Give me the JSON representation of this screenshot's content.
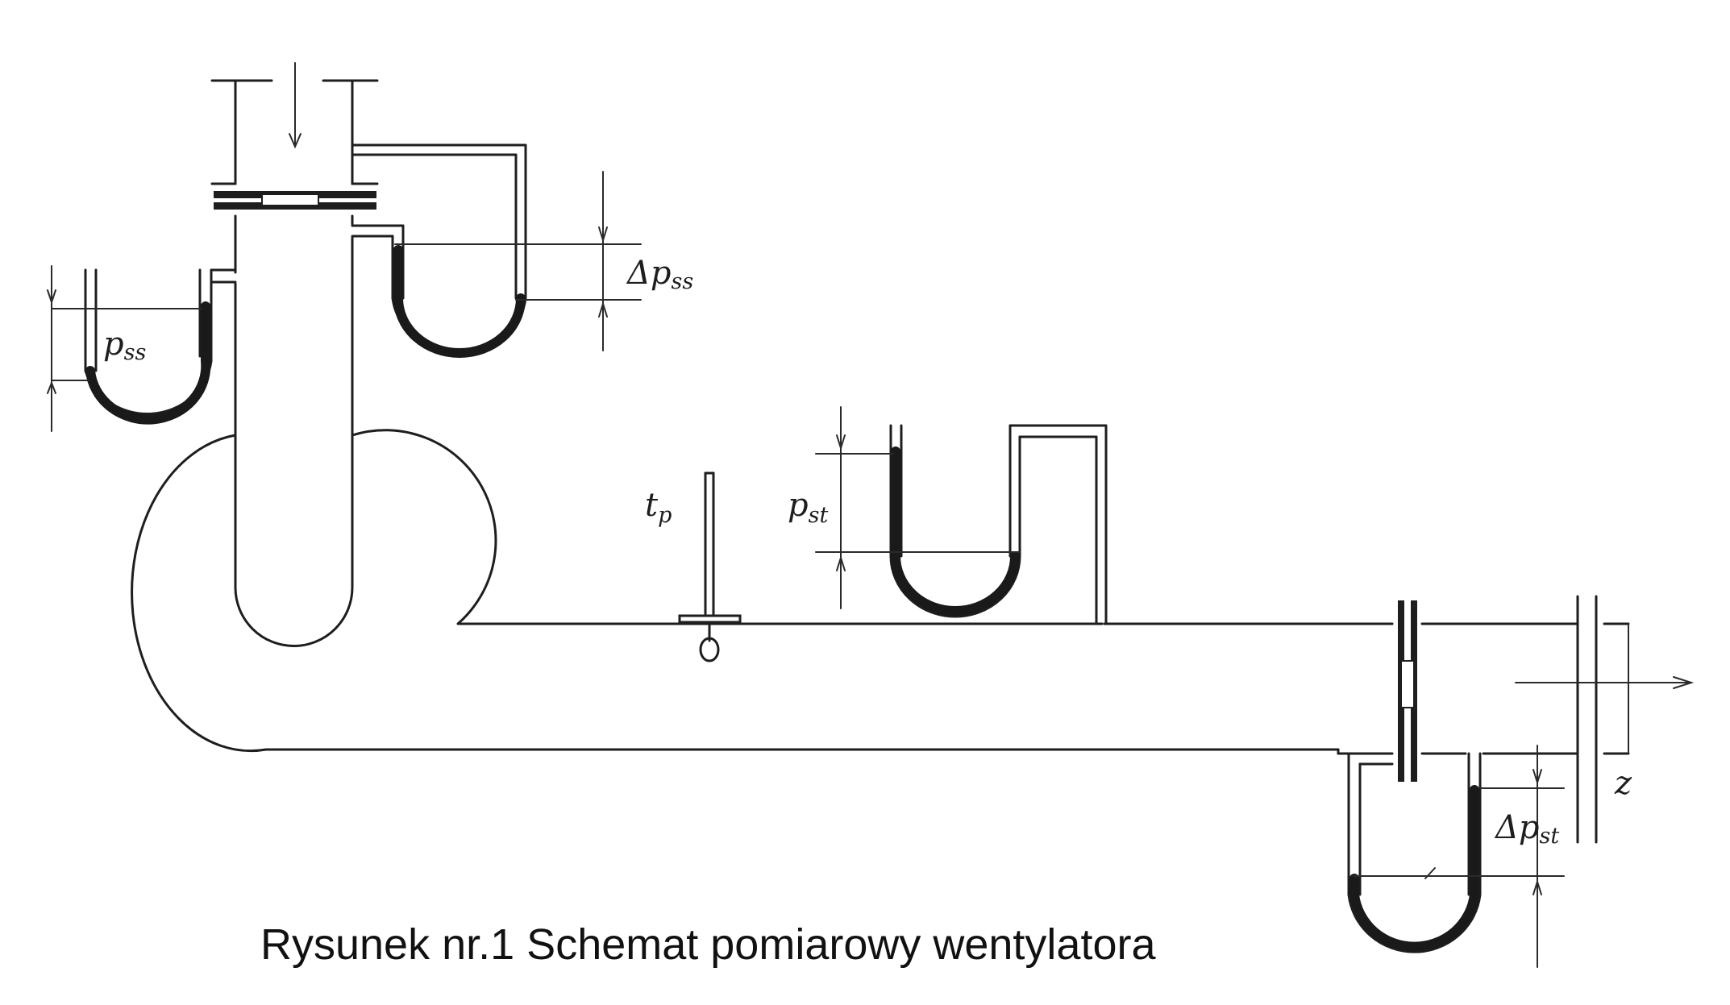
{
  "labels": {
    "p_ss": {
      "main": "p",
      "sub": "ss"
    },
    "delta_p_ss": {
      "main": "Δp",
      "sub": "ss"
    },
    "t_p": {
      "main": "t",
      "sub": "p"
    },
    "p_st": {
      "main": "p",
      "sub": "st"
    },
    "delta_p_st": {
      "main": "Δp",
      "sub": "st"
    },
    "z": "z"
  },
  "caption": "Rysunek nr.1 Schemat pomiarowy wentylatora"
}
